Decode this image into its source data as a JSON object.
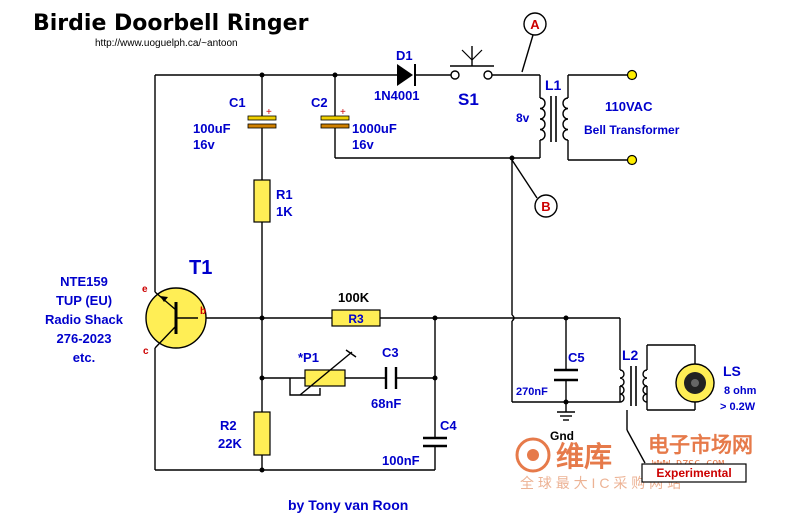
{
  "title": "Birdie Doorbell Ringer",
  "url": "http://www.uoguelph.ca/~antoon",
  "author": "by Tony van Roon",
  "colors": {
    "wire": "#000000",
    "label": "#0000cc",
    "red": "#cc0000",
    "transistor": "#ffee55",
    "logo": "#e05a1e"
  },
  "components": {
    "d1": {
      "ref": "D1",
      "part": "1N4001"
    },
    "s1": {
      "ref": "S1"
    },
    "l1": {
      "ref": "L1",
      "v": "8v",
      "line1": "110VAC",
      "line2": "Bell Transformer"
    },
    "c1": {
      "ref": "C1",
      "val": "100uF",
      "v": "16v",
      "plus": "+"
    },
    "c2": {
      "ref": "C2",
      "val": "1000uF",
      "v": "16v",
      "plus": "+"
    },
    "r1": {
      "ref": "R1",
      "val": "1K"
    },
    "t1": {
      "ref": "T1",
      "l1": "NTE159",
      "l2": "TUP (EU)",
      "l3": "Radio Shack",
      "l4": "276-2023",
      "l5": "etc.",
      "e": "e",
      "b": "b",
      "c": "c"
    },
    "r3": {
      "ref": "R3",
      "val": "100K"
    },
    "p1": {
      "ref": "*P1"
    },
    "c3": {
      "ref": "C3",
      "val": "68nF"
    },
    "r2": {
      "ref": "R2",
      "val": "22K"
    },
    "c4": {
      "ref": "C4",
      "val": "100nF"
    },
    "c5": {
      "ref": "C5",
      "val": "270nF"
    },
    "gnd": "Gnd",
    "l2": {
      "ref": "L2"
    },
    "ls": {
      "ref": "LS",
      "l1": "8 ohm",
      "l2": "> 0.2W"
    },
    "a": "A",
    "b": "B"
  },
  "experimental": "Experimental",
  "watermark": {
    "cn1": "维库",
    "cn2": "电子市场网",
    "url": "WWW.DZSC.COM",
    "cn3": "全 球 最 大 I C 采 购 网 站"
  }
}
